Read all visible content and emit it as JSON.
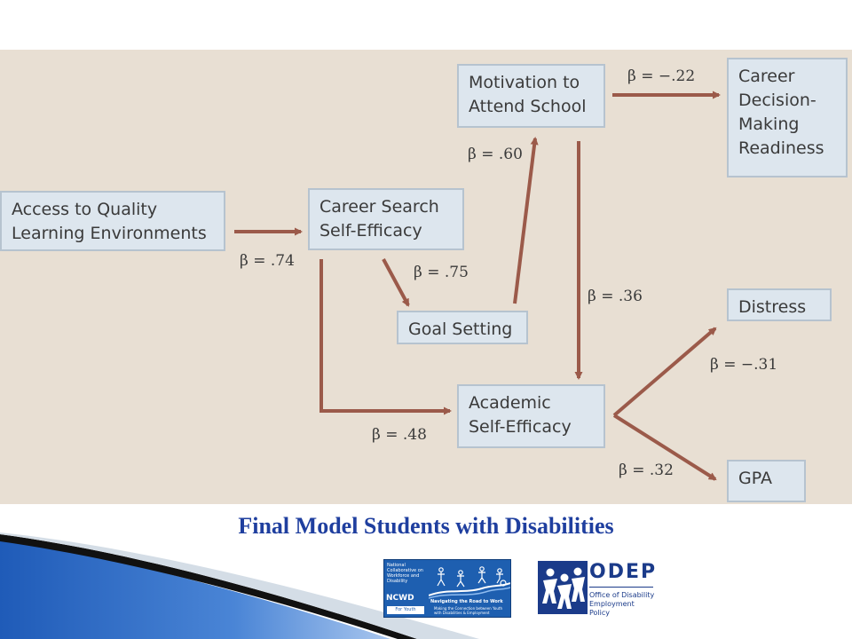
{
  "diagram": {
    "nodes": {
      "access": "Access to Quality\nLearning Environments",
      "career_search": "Career Search\nSelf-Efficacy",
      "goal_setting": "Goal Setting",
      "motivation": "Motivation to\nAttend School",
      "career_decision": "Career\nDecision-\nMaking\nReadiness",
      "academic": "Academic\nSelf-Efficacy",
      "distress": "Distress",
      "gpa": "GPA"
    },
    "paths": [
      {
        "from": "Access to Quality Learning Environments",
        "to": "Career Search Self-Efficacy",
        "label": "β = .74"
      },
      {
        "from": "Career Search Self-Efficacy",
        "to": "Goal Setting",
        "label": "β = .75"
      },
      {
        "from": "Goal Setting",
        "to": "Motivation to Attend School",
        "label": "β = .60"
      },
      {
        "from": "Motivation to Attend School",
        "to": "Career Decision-Making Readiness",
        "label": "β = −.22"
      },
      {
        "from": "Motivation to Attend School",
        "to": "Academic Self-Efficacy",
        "label": "β = .36"
      },
      {
        "from": "Career Search Self-Efficacy",
        "to": "Academic Self-Efficacy",
        "label": "β = .48"
      },
      {
        "from": "Academic Self-Efficacy",
        "to": "Distress",
        "label": "β = −.31"
      },
      {
        "from": "Academic Self-Efficacy",
        "to": "GPA",
        "label": "β = .32"
      }
    ],
    "colors": {
      "panel": "#e8dfd3",
      "node_fill": "#dde6ee",
      "node_border": "#b6c3cf",
      "arrow": "#9b5a4a"
    }
  },
  "slide": {
    "title": "Final Model Students with Disabilities",
    "title_color": "#1f3f9f"
  },
  "logos": {
    "ncwd": {
      "small_text": "National Collaborative on Workforce and Disability",
      "name": "NCWD",
      "youth": "For Youth",
      "tagline": "Navigating the Road to Work",
      "subtagline": "Making the Connection between Youth with Disabilities & Employment",
      "color": "#1e5fb0"
    },
    "odep": {
      "name": "ODEP",
      "full_name": "Office of Disability Employment Policy",
      "color": "#1b3b8a"
    }
  }
}
